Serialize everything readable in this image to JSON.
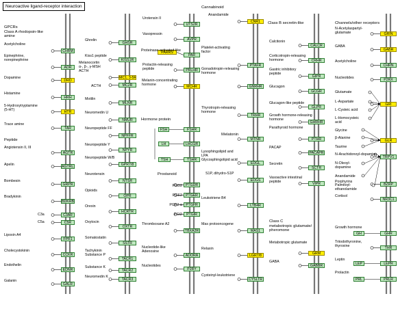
{
  "title": "Neuroactive ligand-receptor interaction",
  "colors": {
    "receptor_fill": "#bfe8bf",
    "highlight_fill": "#ffee00",
    "membrane": "#777777"
  },
  "groups": [
    {
      "id": "gpcr_a",
      "text": "GPCRs\nClass A rhodopsin-like\namine"
    },
    {
      "id": "peptide",
      "text": "Peptide"
    },
    {
      "id": "prostanoid",
      "text": "Prostanoid"
    },
    {
      "id": "cannabinoid",
      "text": "Cannabinoid"
    },
    {
      "id": "hormone_protein",
      "text": "Hormone protein"
    },
    {
      "id": "melatonin",
      "text": "Melatonin"
    },
    {
      "id": "class_b",
      "text": "Class B secretin-like"
    },
    {
      "id": "class_c",
      "text": "Class C\nmetabotropic glutamate/\npheromone"
    },
    {
      "id": "channels",
      "text": "Channels/other receptors"
    }
  ],
  "nodes": [
    {
      "id": "c1_0",
      "ligand": "Acetylcholine",
      "receptor": "CHRM",
      "hl": false
    },
    {
      "id": "c1_1",
      "ligand": "Epinephrine,\nnorepinephrine",
      "receptor": "ADR",
      "hl": false
    },
    {
      "id": "c1_2",
      "ligand": "Dopamine",
      "receptor": "DRD",
      "hl": true
    },
    {
      "id": "c1_3",
      "ligand": "Histamine",
      "receptor": "HRH",
      "hl": false
    },
    {
      "id": "c1_4",
      "ligand": "5-Hydroxytryptamine\n(5-HT)",
      "receptor": "HTR",
      "hl": true
    },
    {
      "id": "c1_5",
      "ligand": "Trace amine",
      "receptor": "TAR",
      "hl": false
    },
    {
      "id": "c1_6",
      "ligand": "Angiotensin II, III",
      "receptor": "AGTR",
      "hl": false
    },
    {
      "id": "c1_7",
      "ligand": "Apelin",
      "receptor": "AGTRL1",
      "hl": false
    },
    {
      "id": "c1_8",
      "ligand": "Bombesin",
      "receptor": "GRPR",
      "hl": false
    },
    {
      "id": "c1_9",
      "ligand": "Bradykinin",
      "receptor": "BDKRB",
      "hl": false
    },
    {
      "id": "c1_10",
      "ligand": "C3a",
      "receptor": "C3AR",
      "hl": false
    },
    {
      "id": "c1_11",
      "ligand": "C5a",
      "receptor": "C5R",
      "hl": false
    },
    {
      "id": "c1_12",
      "ligand": "Lipoxin A4",
      "receptor": "FPR1",
      "hl": false
    },
    {
      "id": "c1_13",
      "ligand": "Cholecystokinin",
      "receptor": "CCKR",
      "hl": false
    },
    {
      "id": "c1_14",
      "ligand": "Endothelin",
      "receptor": "EDNR",
      "hl": false
    },
    {
      "id": "c1_15",
      "ligand": "Galanin",
      "receptor": "GALR",
      "hl": false
    },
    {
      "id": "c2_0",
      "ligand": "Ghrelin",
      "receptor": "GHSR",
      "hl": false
    },
    {
      "id": "c2_1",
      "ligand": "Kiss1 peptide",
      "receptor": "KISS1R",
      "hl": false
    },
    {
      "id": "c2_2",
      "ligand": "Melanocortin\nα-, β-, γ-MSH\nACTH",
      "receptor": "MC1, 3-5R",
      "hl": true
    },
    {
      "id": "c2_3",
      "ligand": "ACTH",
      "receptor": "MC2R",
      "hl": false
    },
    {
      "id": "c2_4",
      "ligand": "Motilin",
      "receptor": "MLNR",
      "hl": false
    },
    {
      "id": "c2_5",
      "ligand": "Neuromedin U",
      "receptor": "NMUR",
      "hl": false
    },
    {
      "id": "c2_6",
      "ligand": "Neuropeptide FF",
      "receptor": "NPFFR",
      "hl": false
    },
    {
      "id": "c2_7",
      "ligand": "Neuropeptide Y",
      "receptor": "NPYR",
      "hl": false
    },
    {
      "id": "c2_8",
      "ligand": "Neuropeptide W/B",
      "receptor": "GPR7/8",
      "hl": false
    },
    {
      "id": "c2_9",
      "ligand": "Neurotensin",
      "receptor": "NTSR",
      "hl": false
    },
    {
      "id": "c2_10",
      "ligand": "Opioids",
      "receptor": "OPR",
      "hl": false
    },
    {
      "id": "c2_11",
      "ligand": "Orexin",
      "receptor": "HCRTR",
      "hl": false
    },
    {
      "id": "c2_12",
      "ligand": "Oxytocin",
      "receptor": "OXTR",
      "hl": false
    },
    {
      "id": "c2_13",
      "ligand": "Somatostatin",
      "receptor": "SSTR",
      "hl": false
    },
    {
      "id": "c2_14",
      "ligand": "Tachykinin\nSubstance P",
      "receptor": "TACR1",
      "hl": false
    },
    {
      "id": "c2_15",
      "ligand": "Substance K",
      "receptor": "TACR2",
      "hl": false
    },
    {
      "id": "c2_16",
      "ligand": "Neuromedin K",
      "receptor": "TACR3",
      "hl": false
    },
    {
      "id": "c3_0",
      "ligand": "Urotensin II",
      "receptor": "UTS2R",
      "hl": false
    },
    {
      "id": "c3_1",
      "ligand": "Vasopressin",
      "receptor": "AVPR",
      "hl": false
    },
    {
      "id": "c3_2",
      "ligand": "Proteinase-activated-like",
      "receptor": "PAR",
      "hl": false,
      "pre": "PARRS"
    },
    {
      "id": "c3_3",
      "ligand": "Prolactin-releasing\npeptide",
      "receptor": "PRLHR",
      "hl": false
    },
    {
      "id": "c3_4",
      "ligand": "Melanin-concentrating\nhormone",
      "receptor": "MCHR",
      "hl": true
    },
    {
      "id": "c3_5",
      "ligand": "",
      "receptor": "FSHR",
      "hl": false,
      "pre": "FSH"
    },
    {
      "id": "c3_6",
      "ligand": "",
      "receptor": "LHCGR",
      "hl": false,
      "pre": "LH"
    },
    {
      "id": "c3_7",
      "ligand": "",
      "receptor": "TSHR",
      "hl": false,
      "pre": "TSH"
    },
    {
      "id": "c3_8",
      "ligand": "PGD2",
      "receptor": "PTGDR",
      "hl": false
    },
    {
      "id": "c3_9",
      "ligand": "PGE2",
      "receptor": "PTGER",
      "hl": false
    },
    {
      "id": "c3_10",
      "ligand": "PGF2-α",
      "receptor": "PTGFR",
      "hl": false
    },
    {
      "id": "c3_11",
      "ligand": "PGI2",
      "receptor": "PTGIR",
      "hl": false
    },
    {
      "id": "c3_12",
      "ligand": "Thromboxane A2",
      "receptor": "TBXA2R",
      "hl": false
    },
    {
      "id": "c3_13",
      "ligand": "Nucleotide-like\nAdenosine",
      "receptor": "ADORA",
      "hl": false
    },
    {
      "id": "c3_14",
      "ligand": "Nucleotides",
      "receptor": "P2RY",
      "hl": false
    },
    {
      "id": "c4_0",
      "ligand": "Anandamide",
      "receptor": "CNR1",
      "hl": true
    },
    {
      "id": "c4_1",
      "ligand": "Platelet-activating\nfactor",
      "receptor": "PTAFR",
      "hl": false
    },
    {
      "id": "c4_2",
      "ligand": "Gonadotropin-releasing\nhormone",
      "receptor": "GNRHR",
      "hl": false
    },
    {
      "id": "c4_3",
      "ligand": "Thyrotropin-releasing\nhormone",
      "receptor": "TRHR",
      "hl": false
    },
    {
      "id": "c4_4",
      "ligand": "",
      "receptor": "MTNR",
      "hl": false
    },
    {
      "id": "c4_5",
      "ligand": "Lysophingolipid and\nLPA\nGlycosphingolipid acid",
      "receptor": "EDGL",
      "hl": false
    },
    {
      "id": "c4_6",
      "ligand": "S1P, dihydro-S1P",
      "receptor": "EDGS",
      "hl": false
    },
    {
      "id": "c4_7",
      "ligand": "Leukotriene B4",
      "receptor": "LTB4R",
      "hl": false
    },
    {
      "id": "c4_8",
      "ligand": "Mas protooncogene",
      "receptor": "MAS1",
      "hl": false
    },
    {
      "id": "c4_9",
      "ligand": "Relaxin",
      "receptor": "LGR7/8",
      "hl": true
    },
    {
      "id": "c4_10",
      "ligand": "Cysteinyl-leukotriene",
      "receptor": "CYSLTR",
      "hl": false
    },
    {
      "id": "c5_0",
      "ligand": "Calcitonin",
      "receptor": "CALCR",
      "hl": false
    },
    {
      "id": "c5_1",
      "ligand": "Corticotropin-releasing\nhormone",
      "receptor": "CRHR",
      "hl": false
    },
    {
      "id": "c5_2",
      "ligand": "Gastric inhibitory\npeptide",
      "receptor": "GIPR",
      "hl": false
    },
    {
      "id": "c5_3",
      "ligand": "Glucagon",
      "receptor": "GCGR",
      "hl": false
    },
    {
      "id": "c5_4",
      "ligand": "Glucagon-like peptide",
      "receptor": "GLPR",
      "hl": false
    },
    {
      "id": "c5_5",
      "ligand": "Growth hormone-releasing\nhormone",
      "receptor": "GHRHR",
      "hl": false
    },
    {
      "id": "c5_6",
      "ligand": "Parathyroid hormone",
      "receptor": "PTHR",
      "hl": false
    },
    {
      "id": "c5_7",
      "ligand": "PACAP",
      "receptor": "PACAPR",
      "hl": false
    },
    {
      "id": "c5_8",
      "ligand": "Secretin",
      "receptor": "SCTR",
      "hl": false
    },
    {
      "id": "c5_9",
      "ligand": "Vasoactive intestinal\npeptide",
      "receptor": "VIPR",
      "hl": false
    },
    {
      "id": "c5_10",
      "ligand": "Metabotropic glutamate",
      "receptor": "GRM",
      "hl": true
    },
    {
      "id": "c5_11",
      "ligand": "GABA",
      "receptor": "GABBR",
      "hl": false
    },
    {
      "id": "c6_0",
      "ligand": "N-Acetylaspartyl-\nglutamate",
      "receptor": "GRIN",
      "hl": true
    },
    {
      "id": "c6_1",
      "ligand": "GABA",
      "receptor": "GABR",
      "hl": true
    },
    {
      "id": "c6_2",
      "ligand": "Acetylcholine",
      "receptor": "CHRN",
      "hl": false
    },
    {
      "id": "c6_3",
      "ligand": "Nucleotides",
      "receptor": "P2RX",
      "hl": false
    },
    {
      "id": "c6_4",
      "ligand": "",
      "receptor": "GRI",
      "hl": true
    },
    {
      "id": "c6_5",
      "ligand": "",
      "receptor": "GLR",
      "hl": true
    },
    {
      "id": "c6_6",
      "ligand": "",
      "receptor": "TRPV1",
      "hl": false
    },
    {
      "id": "c6_7",
      "ligand": "Porphyrins",
      "receptor": "BZRP",
      "hl": false
    },
    {
      "id": "c6_8",
      "ligand": "Cortisol",
      "receptor": "NR3C1",
      "hl": false
    },
    {
      "id": "c6_9",
      "ligand": "",
      "receptor": "GHR",
      "hl": false,
      "pre": "GH"
    },
    {
      "id": "c6_10",
      "ligand": "Triiodothyronine,\nthyroxine",
      "receptor": "THR",
      "hl": false
    },
    {
      "id": "c6_11",
      "ligand": "",
      "receptor": "LEPR",
      "hl": false,
      "pre": "LEP"
    },
    {
      "id": "c6_12",
      "ligand": "",
      "receptor": "PRLR",
      "hl": false,
      "pre": "PRL"
    }
  ],
  "free_labels": [
    {
      "id": "glutamate",
      "text": "Glutamate"
    },
    {
      "id": "l_aspartate",
      "text": "L-Aspartate"
    },
    {
      "id": "l_cysteic",
      "text": "L-Cysteic acid"
    },
    {
      "id": "l_homocysteic",
      "text": "L-Homocysteic\nacid"
    },
    {
      "id": "glycine",
      "text": "Glycine"
    },
    {
      "id": "b_alanine",
      "text": "β-Alanine"
    },
    {
      "id": "taurine",
      "text": "Taurine"
    },
    {
      "id": "n_arach",
      "text": "N-Arachidonoyl-dopamine"
    },
    {
      "id": "n_oleoyl",
      "text": "N-Oleoyl-\ndopamine"
    },
    {
      "id": "anandamide2",
      "text": "Anandamide"
    },
    {
      "id": "palmitoyl",
      "text": "Palmitoyl-\nethanolamide"
    },
    {
      "id": "growth_hormone",
      "text": "Growth hormone"
    },
    {
      "id": "leptin",
      "text": "Leptin"
    },
    {
      "id": "prolactin",
      "text": "Prolactin"
    }
  ]
}
